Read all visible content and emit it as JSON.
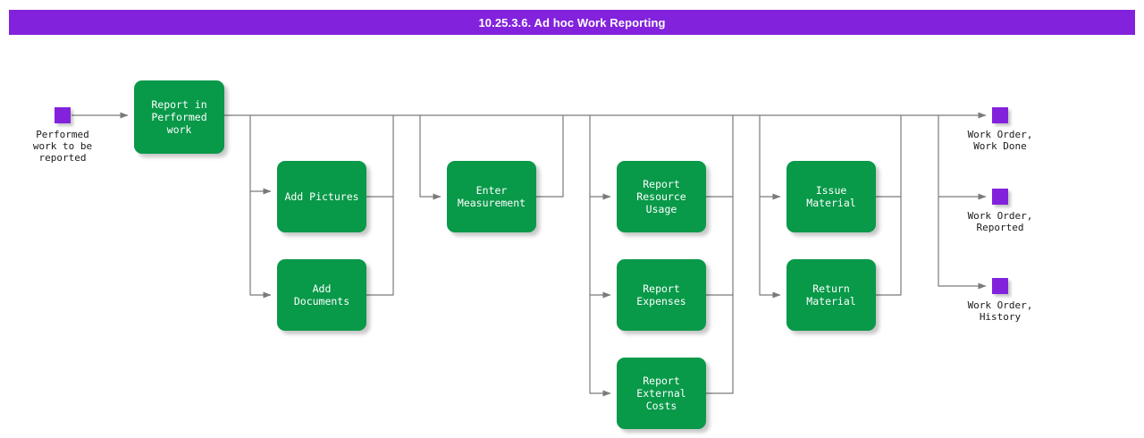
{
  "header": {
    "title": "10.25.3.6. Ad hoc Work Reporting",
    "bar_color": "#8222dc",
    "text_color": "#ffffff"
  },
  "theme": {
    "process_color": "#089949",
    "terminal_color": "#8222dc",
    "edge_color": "#7a7a7a",
    "canvas_color": "#ffffff",
    "label_color": "#1a1a1a"
  },
  "diagram": {
    "type": "flowchart",
    "orientation": "left-to-right",
    "start_nodes": [
      {
        "id": "start-performed-work",
        "name": "performed-work-to-be-reported",
        "label": "Performed\nwork to be\nreported",
        "shape": "terminal",
        "color": "#8222dc"
      }
    ],
    "process_nodes": [
      {
        "id": "report-in-performed-work",
        "name": "report-in-performed-work",
        "label": "Report in\nPerformed work",
        "group": "entry",
        "color": "#089949"
      },
      {
        "id": "add-pictures",
        "name": "add-pictures",
        "label": "Add Pictures",
        "group": "attachments",
        "color": "#089949"
      },
      {
        "id": "add-documents",
        "name": "add-documents",
        "label": "Add Documents",
        "group": "attachments",
        "color": "#089949"
      },
      {
        "id": "enter-measurement",
        "name": "enter-measurement",
        "label": "Enter\nMeasurement",
        "group": "measurement",
        "color": "#089949"
      },
      {
        "id": "report-resource-usage",
        "name": "report-resource-usage",
        "label": "Report\nResource\nUsage",
        "group": "costs",
        "color": "#089949"
      },
      {
        "id": "report-expenses",
        "name": "report-expenses",
        "label": "Report\nExpenses",
        "group": "costs",
        "color": "#089949"
      },
      {
        "id": "report-external-costs",
        "name": "report-external-costs",
        "label": "Report External\nCosts",
        "group": "costs",
        "color": "#089949"
      },
      {
        "id": "issue-material",
        "name": "issue-material",
        "label": "Issue Material",
        "group": "material",
        "color": "#089949"
      },
      {
        "id": "return-material",
        "name": "return-material",
        "label": "Return Material",
        "group": "material",
        "color": "#089949"
      }
    ],
    "end_nodes": [
      {
        "id": "work-order-work-done",
        "name": "work-order-work-done",
        "label": "Work Order,\nWork Done",
        "shape": "terminal",
        "color": "#8222dc"
      },
      {
        "id": "work-order-reported",
        "name": "work-order-reported",
        "label": "Work Order,\nReported",
        "shape": "terminal",
        "color": "#8222dc"
      },
      {
        "id": "work-order-history",
        "name": "work-order-history",
        "label": "Work Order,\nHistory",
        "shape": "terminal",
        "color": "#8222dc"
      }
    ]
  }
}
